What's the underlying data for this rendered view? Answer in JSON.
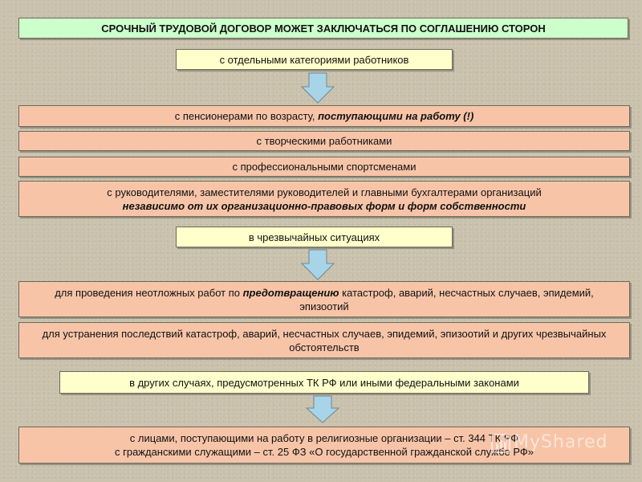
{
  "header": {
    "title": "СРОЧНЫЙ ТРУДОВОЙ ДОГОВОР МОЖЕТ ЗАКЛЮЧАТЬСЯ ПО СОГЛАШЕНИЮ СТОРОН"
  },
  "section1": {
    "label": "с отдельными категориями работников",
    "items": [
      {
        "text_pre": "с пенсионерами по возрасту, ",
        "text_emph": "поступающими на работу (!)"
      },
      {
        "text": "с творческими работниками"
      },
      {
        "text": "с профессиональными спортсменами"
      },
      {
        "line1": "с руководителями, заместителями руководителей и главными бухгалтерами организаций",
        "line2": "независимо от их организационно-правовых форм и форм собственности"
      }
    ]
  },
  "section2": {
    "label": "в чрезвычайных ситуациях",
    "items": [
      {
        "text_pre": "для проведения неотложных работ по ",
        "text_emph": "предотвращению",
        "text_post": " катастроф, аварий, несчастных случаев, эпидемий, эпизоотий"
      },
      {
        "text": "для устранения последствий катастроф, аварий, несчастных случаев, эпидемий, эпизоотий и других чрезвычайных обстоятельств"
      }
    ]
  },
  "section3": {
    "label": "в других случаях, предусмотренных ТК РФ или иными федеральными законами",
    "items": [
      {
        "line1": "с лицами, поступающими на работу в религиозные организации – ст. 344 ТК РФ",
        "line2": "с гражданскими служащими – ст. 25 ФЗ «О государственной гражданской службе РФ»"
      }
    ]
  },
  "watermark": {
    "text": "MyShared"
  },
  "colors": {
    "header_bg": "#ccffcc",
    "category_bg": "#ffffcc",
    "item_bg": "#f7c4a8",
    "arrow_fill": "#a8d4e8",
    "background": "#c9c1ab"
  },
  "icons": {
    "arrow": "down-arrow-icon"
  }
}
